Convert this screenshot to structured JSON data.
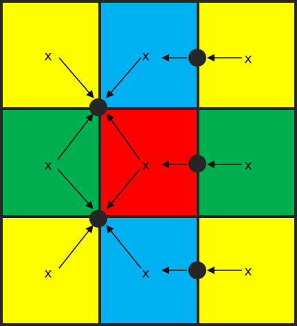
{
  "colors": {
    "yellow": "#ffff00",
    "blue": "#00b0f0",
    "green": "#00b050",
    "red": "#ff0000",
    "border": "#262626",
    "node": "#262626",
    "arrow": "#111111"
  },
  "grid": {
    "rows": 3,
    "cols": 3,
    "cells": [
      [
        "yellow",
        "blue",
        "yellow"
      ],
      [
        "green",
        "red",
        "green"
      ],
      [
        "yellow",
        "blue",
        "yellow"
      ]
    ]
  },
  "labels": {
    "x_mark": "x"
  },
  "x_marks": [
    {
      "cell": [
        0,
        0
      ]
    },
    {
      "cell": [
        0,
        1
      ]
    },
    {
      "cell": [
        0,
        2
      ]
    },
    {
      "cell": [
        1,
        0
      ]
    },
    {
      "cell": [
        1,
        1
      ]
    },
    {
      "cell": [
        1,
        2
      ]
    },
    {
      "cell": [
        2,
        0
      ]
    },
    {
      "cell": [
        2,
        1
      ]
    },
    {
      "cell": [
        2,
        2
      ]
    }
  ],
  "nodes": [
    {
      "id": "n1",
      "name": "node-top-left-junction"
    },
    {
      "id": "n2",
      "name": "node-bottom-left-junction"
    },
    {
      "id": "n3",
      "name": "node-top-right-edge"
    },
    {
      "id": "n4",
      "name": "node-middle-right-edge"
    },
    {
      "id": "n5",
      "name": "node-bottom-right-edge"
    }
  ]
}
